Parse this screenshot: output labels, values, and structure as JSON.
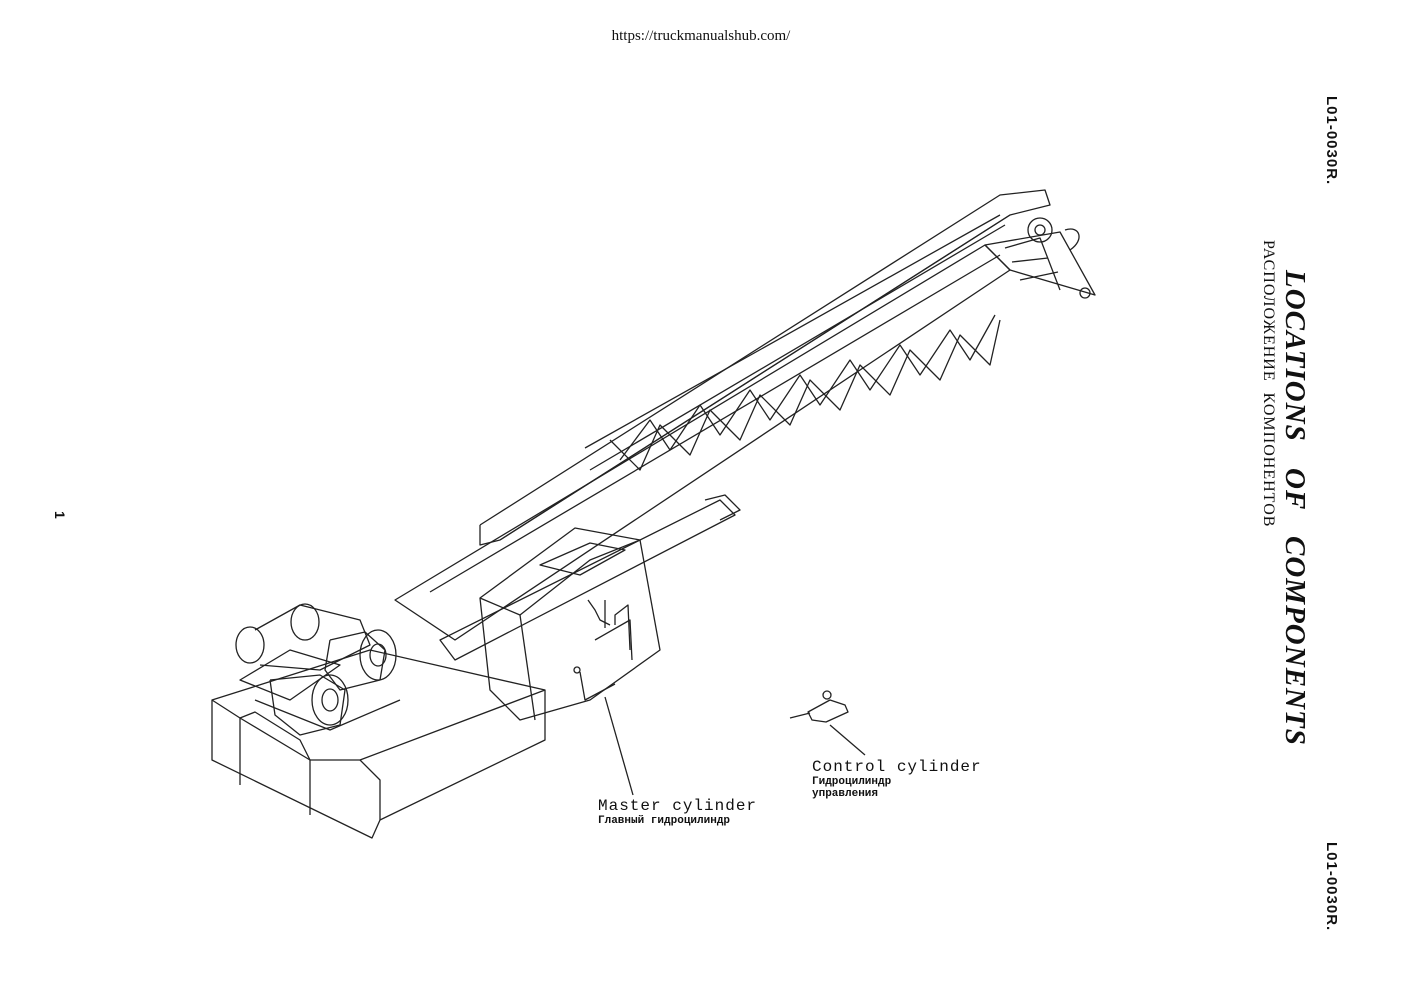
{
  "source_url": "https://truckmanualshub.com/",
  "document_code_top": "L01-0030R.",
  "document_code_bottom": "L01-0030R.",
  "title_en": "LOCATIONS OF COMPONENTS",
  "title_ru": "РАСПОЛОЖЕНИЕ КОМПОНЕНТОВ",
  "page_number": "1",
  "labels": {
    "master_cylinder_en": "Master cylinder",
    "master_cylinder_ru": "Главный гидроцилиндр",
    "control_cylinder_en": "Control cylinder",
    "control_cylinder_ru_line1": "Гидроцилиндр",
    "control_cylinder_ru_line2": "управления"
  }
}
